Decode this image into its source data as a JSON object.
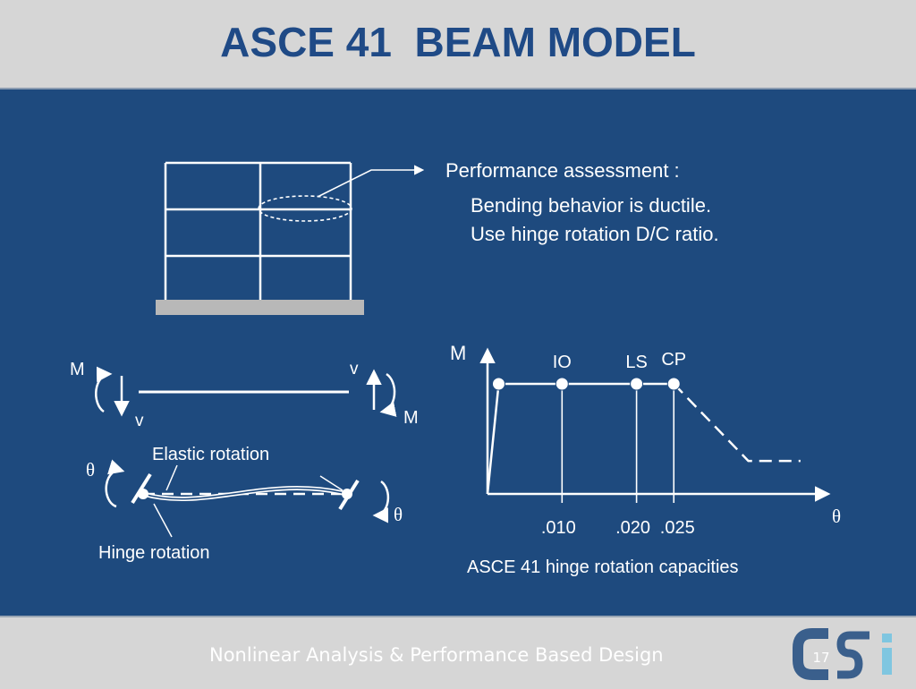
{
  "slide": {
    "title": "ASCE 41  BEAM MODEL",
    "footer": "Nonlinear Analysis & Performance Based Design",
    "slide_number": "17",
    "logo_text": "CSi"
  },
  "performance": {
    "heading": "Performance assessment :",
    "line1": "Bending behavior is ductile.",
    "line2": "Use hinge rotation D/C ratio."
  },
  "beam": {
    "m_left": "M",
    "v_left": "v",
    "v_right": "v",
    "m_right": "M",
    "theta_left": "θ",
    "theta_right": "θ",
    "elastic_rotation": "Elastic rotation",
    "hinge_rotation": "Hinge rotation"
  },
  "chart_data": {
    "type": "line",
    "title": "ASCE 41 hinge rotation capacities",
    "ylabel": "M",
    "xlabel": "θ",
    "points": [
      {
        "x": 0,
        "y": 0
      },
      {
        "x": 0.0015,
        "y": 1
      },
      {
        "x": 0.01,
        "y": 1,
        "label": "IO"
      },
      {
        "x": 0.02,
        "y": 1,
        "label": "LS"
      },
      {
        "x": 0.025,
        "y": 1,
        "label": "CP"
      }
    ],
    "degraded": [
      {
        "x": 0.025,
        "y": 1
      },
      {
        "x": 0.035,
        "y": 0.3
      },
      {
        "x": 0.042,
        "y": 0.3
      }
    ],
    "x_ticks": [
      ".010",
      ".020",
      ".025"
    ]
  },
  "colors": {
    "background": "#1e4a7e",
    "header": "#d6d6d6",
    "title": "#1f4a86",
    "line": "#ffffff",
    "logo_blue": "#3a5f8c",
    "logo_cyan": "#7fc6e0"
  }
}
